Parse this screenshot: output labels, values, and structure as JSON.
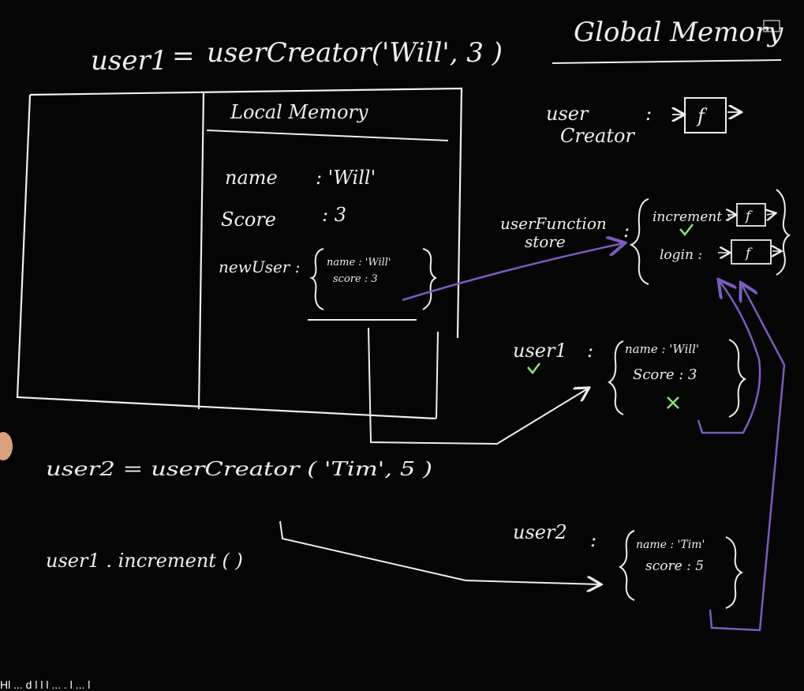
{
  "colors": {
    "chalk": "#eeeeee",
    "accent": "#7c5cbf",
    "check": "#8fe07c"
  },
  "icons": {
    "cast_icon": "cast-icon",
    "function_box": "f"
  },
  "board": {
    "line1_lhs": "user1",
    "line1_eq": "=",
    "line1_rhs": "userCreator('Will', 3 )",
    "global_title": "Global Memory",
    "local_title": "Local Memory",
    "local": {
      "name_key": "name",
      "name_val": ": 'Will'",
      "score_key": "Score",
      "score_val": ": 3",
      "newuser_key": "newUser :",
      "obj_name": "name : 'Will'",
      "obj_score": "score : 3"
    },
    "global": {
      "usercreator_key1": "user",
      "usercreator_key2": "Creator",
      "usercreator_colon": ":",
      "ufs_key1": "userFunction",
      "ufs_key2": "store",
      "ufs_colon": ":",
      "ufs_increment": "increment :",
      "ufs_login": "login :",
      "user1_key": "user1",
      "user1_colon": ":",
      "user1_name": "name : 'Will'",
      "user1_score": "Score : 3",
      "user2_key": "user2",
      "user2_colon": ":",
      "user2_name": "name : 'Tim'",
      "user2_score": "score : 5"
    },
    "line2": "user2 = userCreator ( 'Tim', 5 )",
    "line3": "user1 . increment ( )",
    "caption": "Hl  ... d  l l  l   ... . l  ...  l"
  }
}
